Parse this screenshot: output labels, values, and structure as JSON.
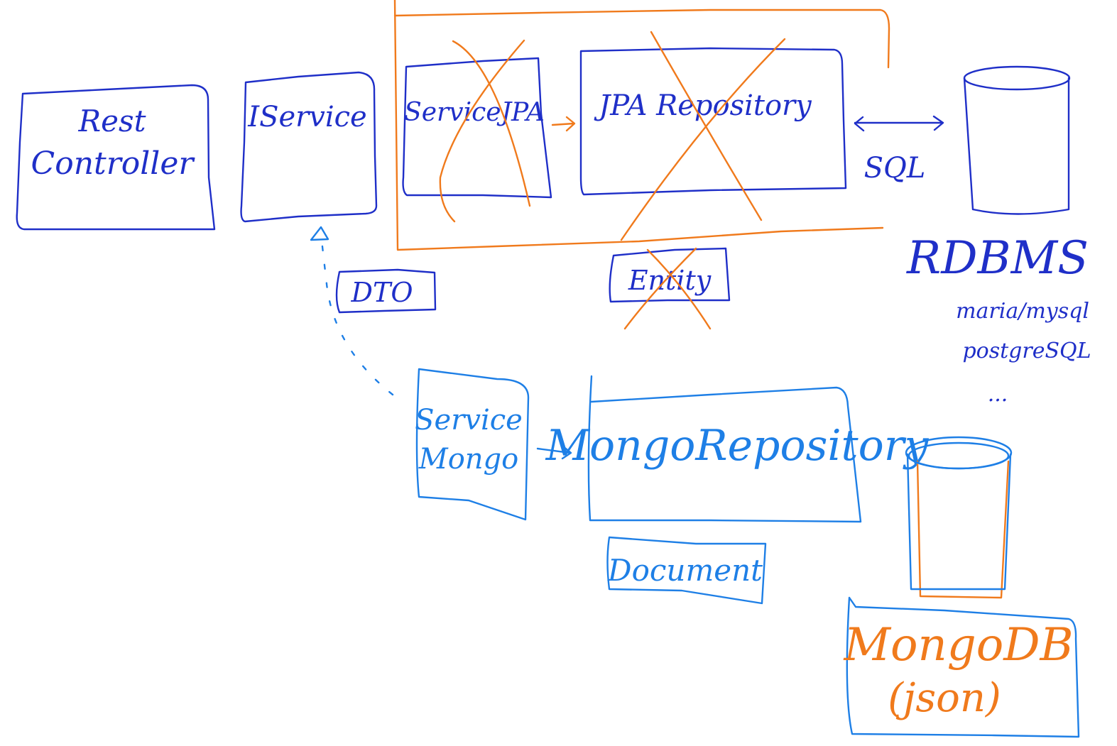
{
  "colors": {
    "primary_ink": "#1f2fc8",
    "mongo_ink": "#1e7fe6",
    "strike_ink": "#f07a1c"
  },
  "nodes": {
    "rest_controller": {
      "line1": "Rest",
      "line2": "Controller"
    },
    "iservice": {
      "label": "IService"
    },
    "service_jpa": {
      "label": "ServiceJPA",
      "struck_out": true
    },
    "jpa_repository": {
      "label": "JPA Repository",
      "struck_out": true
    },
    "entity": {
      "label": "Entity",
      "struck_out": true
    },
    "dto": {
      "label": "DTO"
    },
    "service_mongo": {
      "line1": "Service",
      "line2": "Mongo"
    },
    "mongo_repository": {
      "label": "MongoRepository"
    },
    "document": {
      "label": "Document"
    },
    "rdbms": {
      "label": "RDBMS",
      "examples": [
        "maria/mysql",
        "postgreSQL",
        "..."
      ]
    },
    "mongodb": {
      "line1": "MongoDB",
      "line2": "(json)"
    }
  },
  "edges": {
    "sql": {
      "label": "SQL"
    }
  }
}
